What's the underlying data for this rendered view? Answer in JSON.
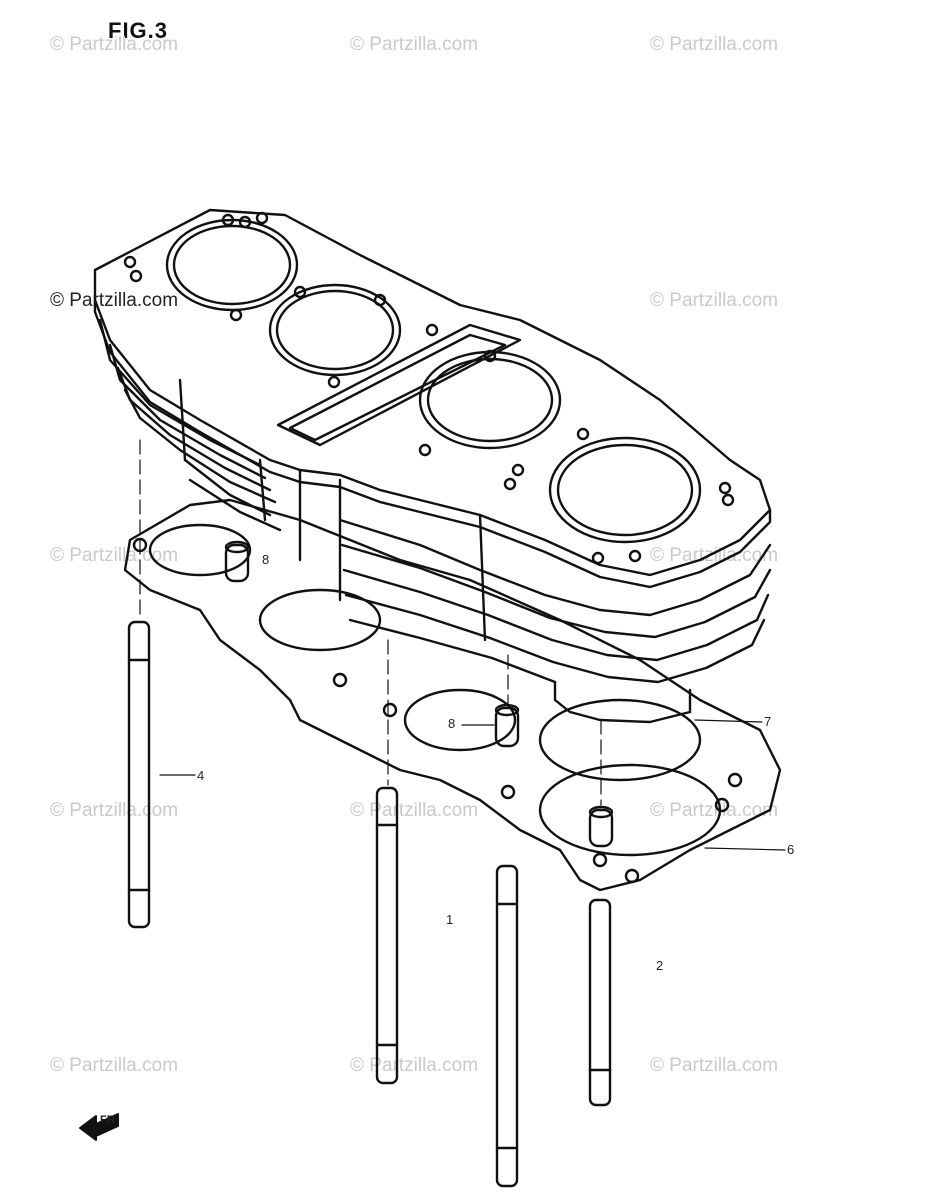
{
  "figure": {
    "title": "FIG.3"
  },
  "watermark": {
    "text": "© Partzilla.com"
  },
  "callouts": {
    "dowel_top": "8",
    "dowel_mid": "8",
    "gasket_ring": "7",
    "base_gasket": "6",
    "stud_left": "4",
    "stud_right": "2",
    "stud_mid": "1"
  },
  "front_marker": "FR"
}
